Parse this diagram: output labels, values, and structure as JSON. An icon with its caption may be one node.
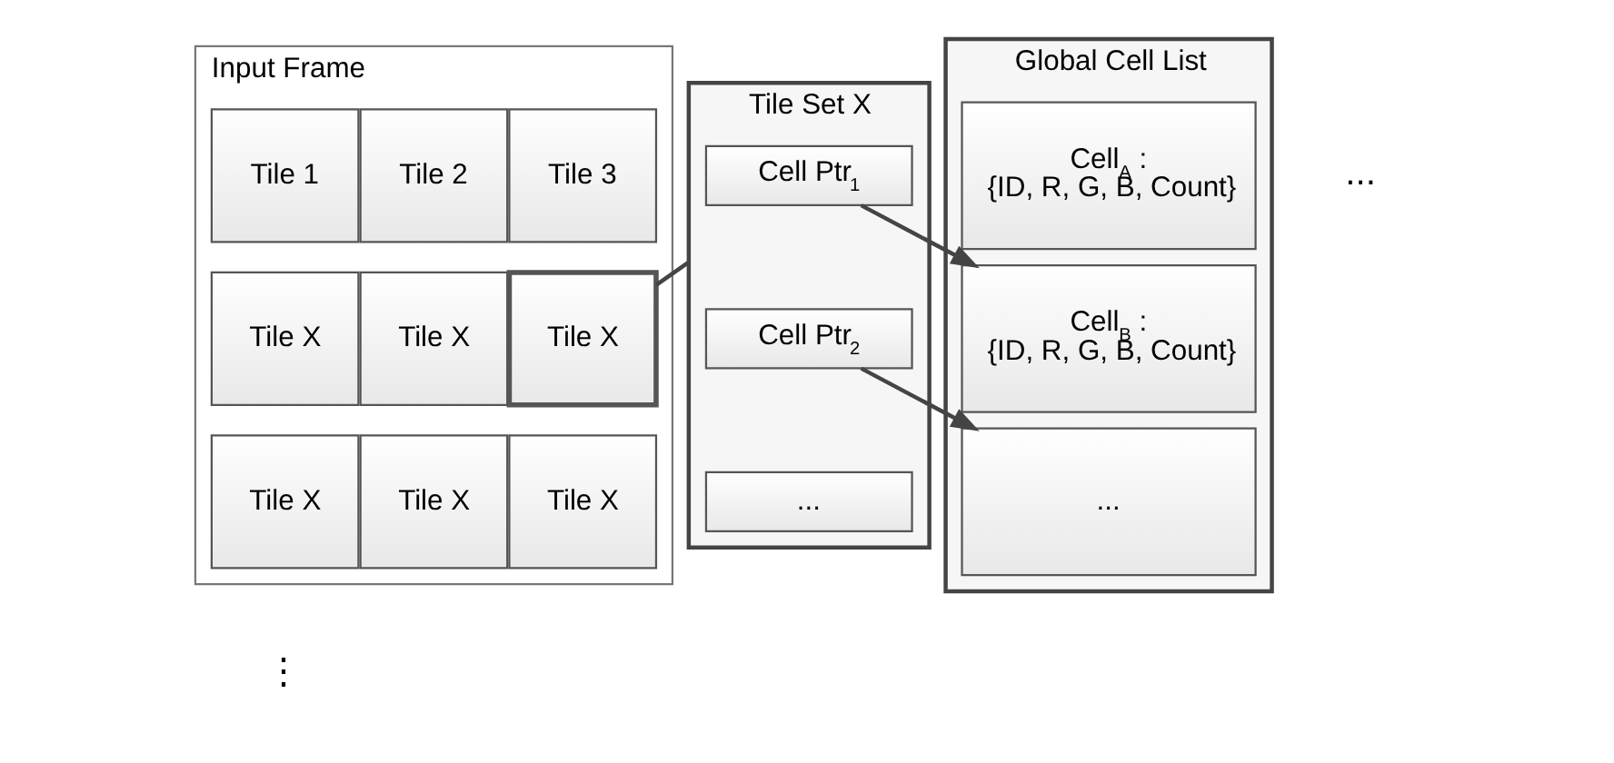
{
  "diagram": {
    "nodes": [
      {
        "text": [
          "Input Frame"
        ]
      },
      {
        "text": [
          "Tile 1"
        ],
        "in": 0
      },
      {
        "text": [
          "Tile 2"
        ],
        "in": 0
      },
      {
        "text": [
          "Tile 3"
        ],
        "in": 0
      },
      {
        "text": [
          "Tile X"
        ],
        "in": 0
      },
      {
        "text": [
          "Tile X"
        ],
        "in": 0
      },
      {
        "text": [
          "Tile X"
        ],
        "in": 0
      },
      {
        "text": [
          "Tile X"
        ],
        "in": 0
      },
      {
        "text": [
          "Tile X"
        ],
        "in": 0
      },
      {
        "text": [
          "Tile X"
        ],
        "in": 0
      },
      {
        "text": [
          "Tile Set X"
        ]
      },
      {
        "text": [
          "Cell Ptr$_{1}$"
        ],
        "in": 10
      },
      {
        "text": [
          "Cell Ptr$_{2}$"
        ],
        "in": 10
      },
      {
        "text": [
          "..."
        ],
        "in": 10
      },
      {
        "text": [
          "Global Cell List"
        ]
      },
      {
        "text": [
          "Cell$_{A}$ :",
          "{ID, R, G, B, Count}"
        ],
        "in": 14
      },
      {
        "text": [
          "Cell$_{B}$ :",
          "{ID, R, G, B, Count}"
        ],
        "in": 14
      },
      {
        "text": [
          "..."
        ],
        "in": 14
      }
    ],
    "edges": [
      {
        "from": 6,
        "to": 10,
        "arrow": "none"
      },
      {
        "from": 11,
        "to": 16,
        "arrow": "to"
      },
      {
        "from": 12,
        "to": 17,
        "arrow": "to"
      }
    ],
    "labels": [
      "...",
      "⋮"
    ]
  }
}
